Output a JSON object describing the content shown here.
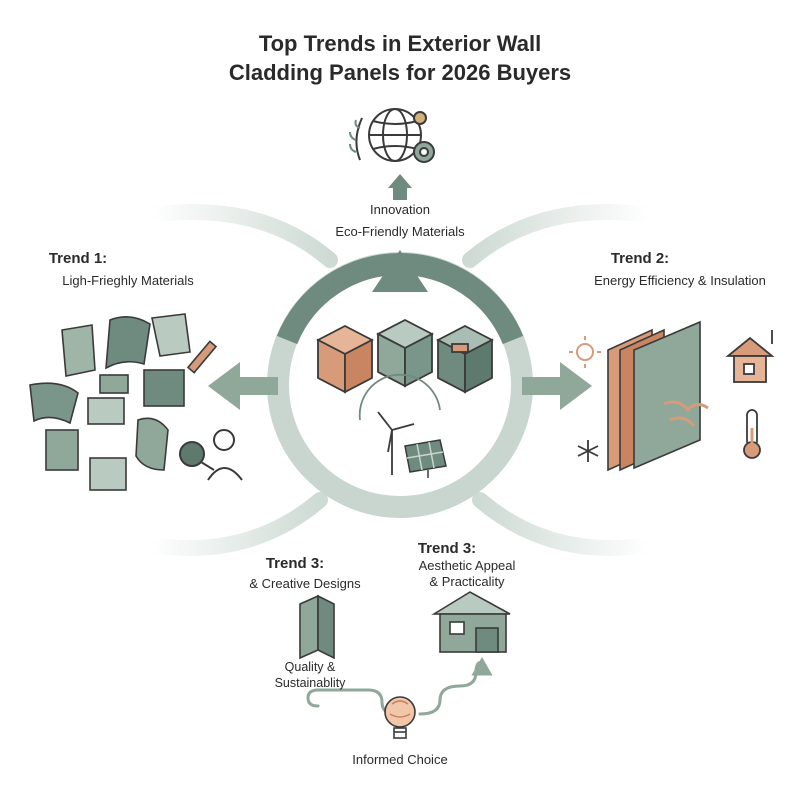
{
  "title_line1": "Top Trends in Exterior Wall",
  "title_line2": "Cladding Panels for 2026 Buyers",
  "top": {
    "line1": "Innovation",
    "line2": "Eco-Friendly Materials"
  },
  "left": {
    "heading": "Trend 1:",
    "subtitle": "Ligh-Frieghly Materials"
  },
  "right": {
    "heading": "Trend 2:",
    "subtitle": "Energy Efficiency & Insulation"
  },
  "bottom_left": {
    "heading": "Trend 3:",
    "subtitle": "& Creative Designs",
    "note_line1": "Quality &",
    "note_line2": "Sustainablity"
  },
  "bottom_right": {
    "heading": "Trend 3:",
    "subtitle_line1": "Aesthetic Appeal",
    "subtitle_line2": "& Practicality"
  },
  "bottom_center": {
    "label": "Informed Choice"
  },
  "colors": {
    "sage": "#8fa89a",
    "sage_dark": "#6f8a7e",
    "sage_light": "#c9d6cf",
    "terracotta": "#d89b7a",
    "outline": "#3a3a3a"
  },
  "icons": [
    "globe-gear-icon",
    "wind-turbine-icon",
    "solar-panel-icon",
    "sun-icon",
    "snowflake-icon",
    "house-icon",
    "thermometer-icon",
    "pencil-icon",
    "magnifier-person-icon",
    "brain-bulb-icon",
    "wall-panel-icon",
    "modern-house-icon"
  ]
}
